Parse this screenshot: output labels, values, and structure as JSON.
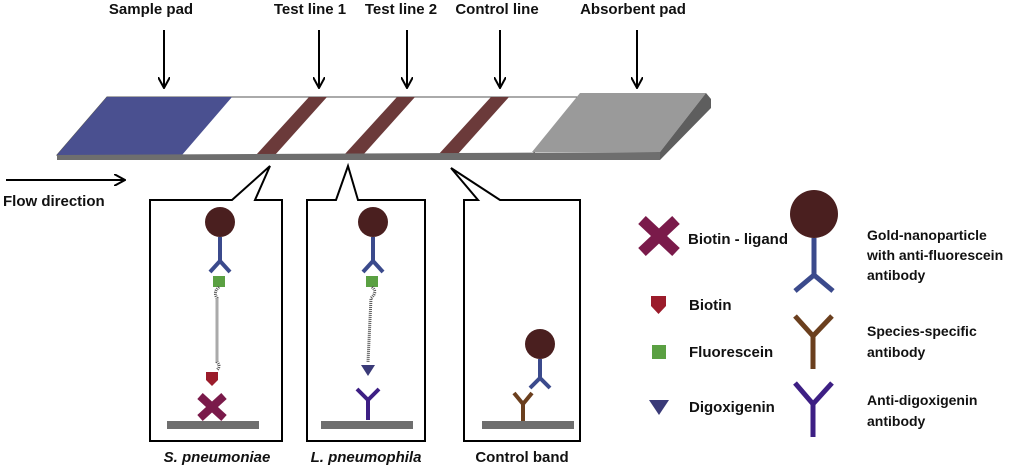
{
  "strip_labels": {
    "sample_pad": "Sample pad",
    "test_line_1": "Test line 1",
    "test_line_2": "Test line 2",
    "control_line": "Control line",
    "absorbent_pad": "Absorbent pad"
  },
  "flow_direction": "Flow direction",
  "zoom_panels": {
    "panel_1": "S. pneumoniae",
    "panel_2": "L. pneumophila",
    "panel_3": "Control band"
  },
  "legend": {
    "biotin_ligand": "Biotin - ligand",
    "biotin": "Biotin",
    "fluorescein": "Fluorescein",
    "digoxigenin": "Digoxigenin",
    "gold_nanoparticle": [
      "Gold-nanoparticle",
      "with anti-fluorescein",
      "antibody"
    ],
    "species_specific": [
      "Species-specific",
      "antibody"
    ],
    "anti_digoxigenin": [
      "Anti-digoxigenin",
      "antibody"
    ]
  },
  "colors": {
    "sample_pad": "#4a5090",
    "test_lines": "#6b3a3a",
    "absorbent_pad": "#9a9a9a",
    "strip_base": "#6e6e6e",
    "gold_particle": "#4a1f1f",
    "anti_fluorescein_antibody": "#3b4a8c",
    "fluorescein": "#5aa042",
    "biotin": "#9b1c2b",
    "biotin_ligand": "#7a1a4a",
    "digoxigenin": "#3a3a78",
    "species_specific_antibody": "#6b3f1e",
    "anti_digoxigenin_antibody": "#3d1f84"
  }
}
